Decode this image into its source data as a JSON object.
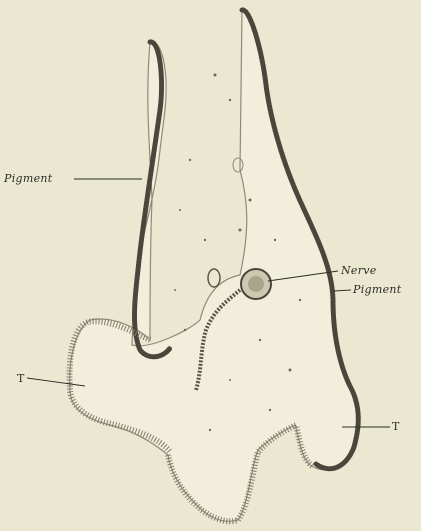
{
  "labels": {
    "pigment_left": "Pigment",
    "nerve": "Nerve",
    "pigment_right": "Pigment",
    "t_left": "T",
    "t_right": "T"
  },
  "colors": {
    "background": "#ebe8d2",
    "ink": "#2e2c26",
    "pigment": "#4a463c",
    "tissue": "#f1efdc"
  }
}
